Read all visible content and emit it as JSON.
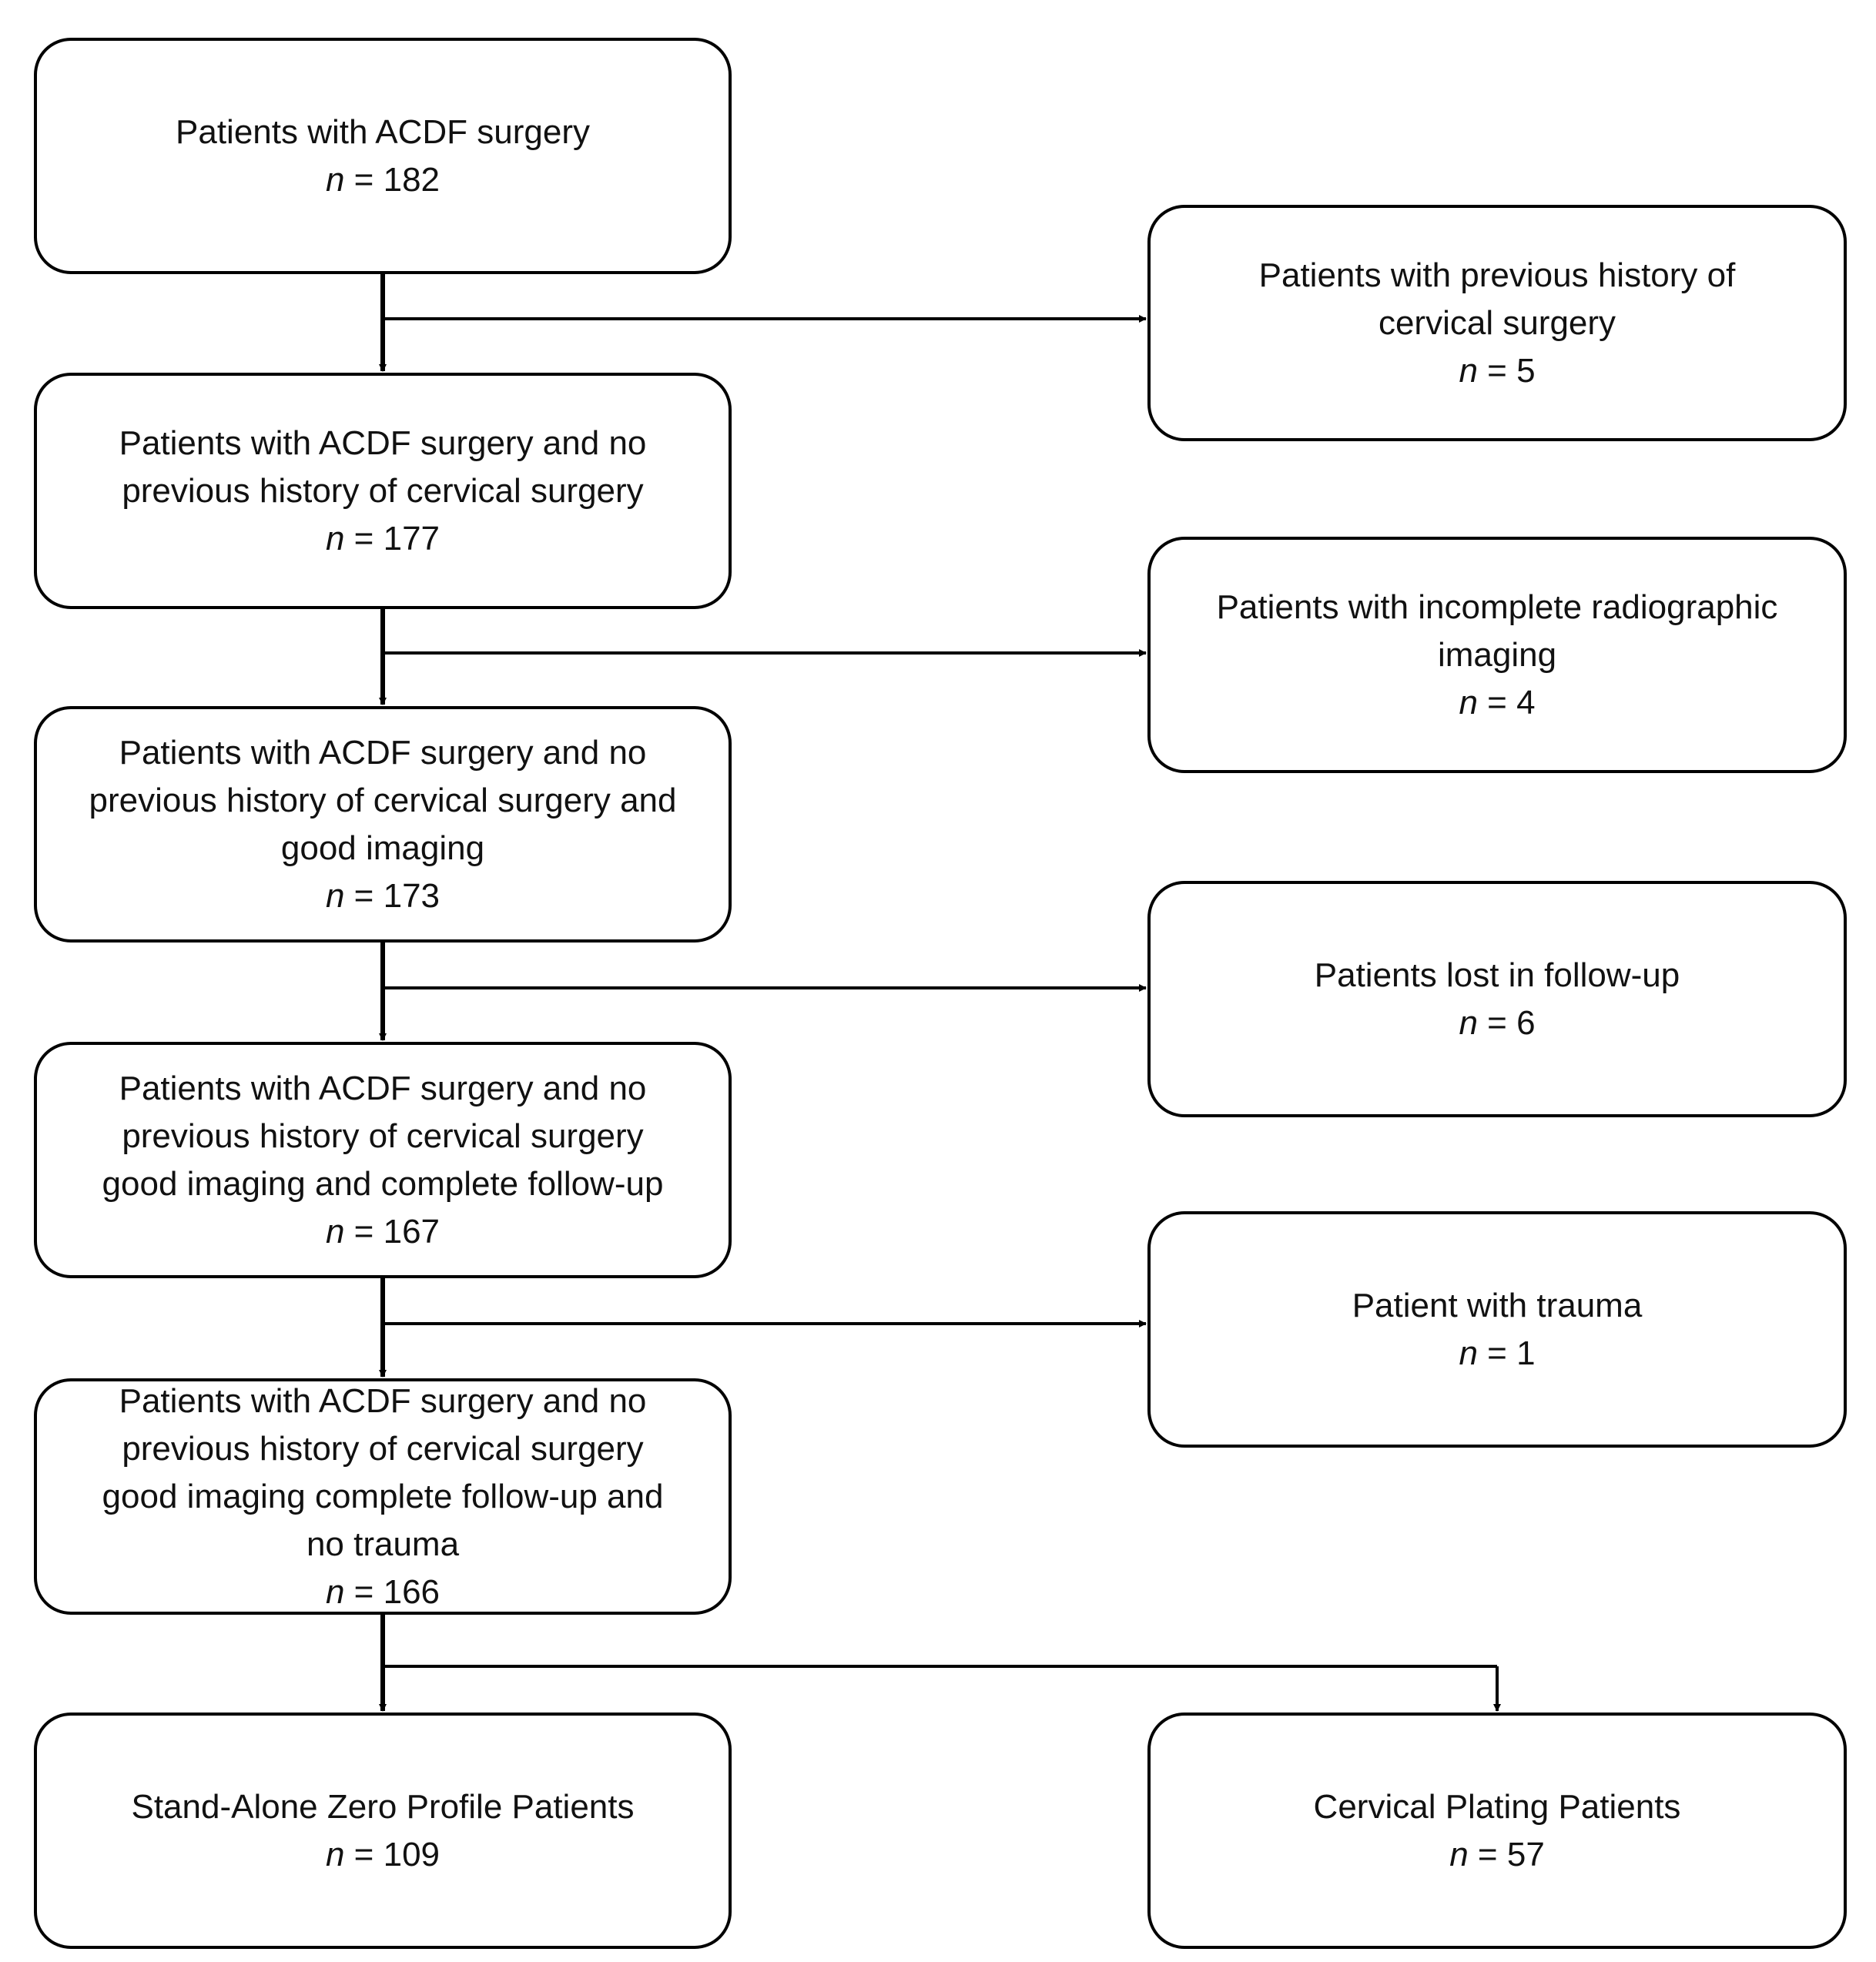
{
  "flowchart": {
    "main": [
      {
        "lines": [
          "Patients with ACDF surgery"
        ],
        "n": "182"
      },
      {
        "lines": [
          "Patients with ACDF surgery and no",
          "previous history of cervical surgery"
        ],
        "n": "177"
      },
      {
        "lines": [
          "Patients with ACDF surgery and no",
          "previous history of cervical surgery and",
          "good imaging"
        ],
        "n": "173"
      },
      {
        "lines": [
          "Patients with ACDF surgery and no",
          "previous history of cervical surgery",
          "good imaging and complete follow-up"
        ],
        "n": "167"
      },
      {
        "lines": [
          "Patients with ACDF surgery and no",
          "previous history of cervical surgery",
          "good imaging complete follow-up and",
          "no trauma"
        ],
        "n": "166"
      }
    ],
    "excluded": [
      {
        "lines": [
          "Patients with previous history of",
          "cervical surgery"
        ],
        "n": "5"
      },
      {
        "lines": [
          "Patients with incomplete radiographic",
          "imaging"
        ],
        "n": "4"
      },
      {
        "lines": [
          "Patients lost in follow-up"
        ],
        "n": "6"
      },
      {
        "lines": [
          "Patient with trauma"
        ],
        "n": "1"
      }
    ],
    "groups": [
      {
        "lines": [
          "Stand-Alone Zero Profile Patients"
        ],
        "n": "109"
      },
      {
        "lines": [
          "Cervical Plating Patients"
        ],
        "n": "57"
      }
    ],
    "n_symbol": "n",
    "equals": "="
  }
}
